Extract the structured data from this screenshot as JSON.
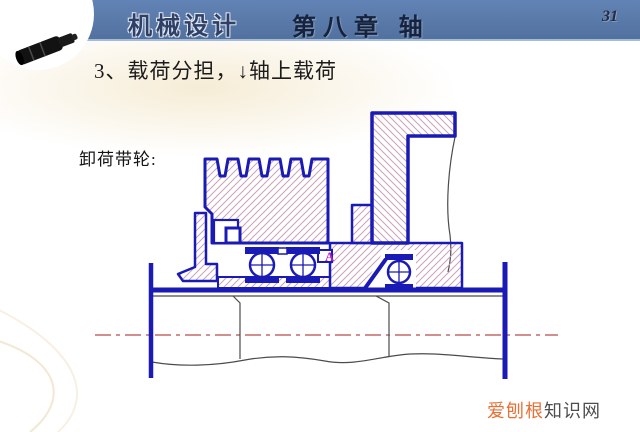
{
  "header": {
    "course_title": "机械设计",
    "chapter_title": "第八章  轴",
    "page_number": "31",
    "bar_color": "#5878ac"
  },
  "slide": {
    "title": "3、载荷分担，↓轴上载荷",
    "figure_label": "卸荷带轮:"
  },
  "figure": {
    "annotation": "A",
    "line_color": "#1a1ab5",
    "hatch_color": "#c9a2b8",
    "centerline_color": "#c46a6a",
    "annotation_color": "#b21cc4"
  },
  "watermark": {
    "prefix": "爱刨根",
    "suffix": "知识网",
    "prefix_color": "#e96f35",
    "suffix_color": "#4d4d4d"
  }
}
